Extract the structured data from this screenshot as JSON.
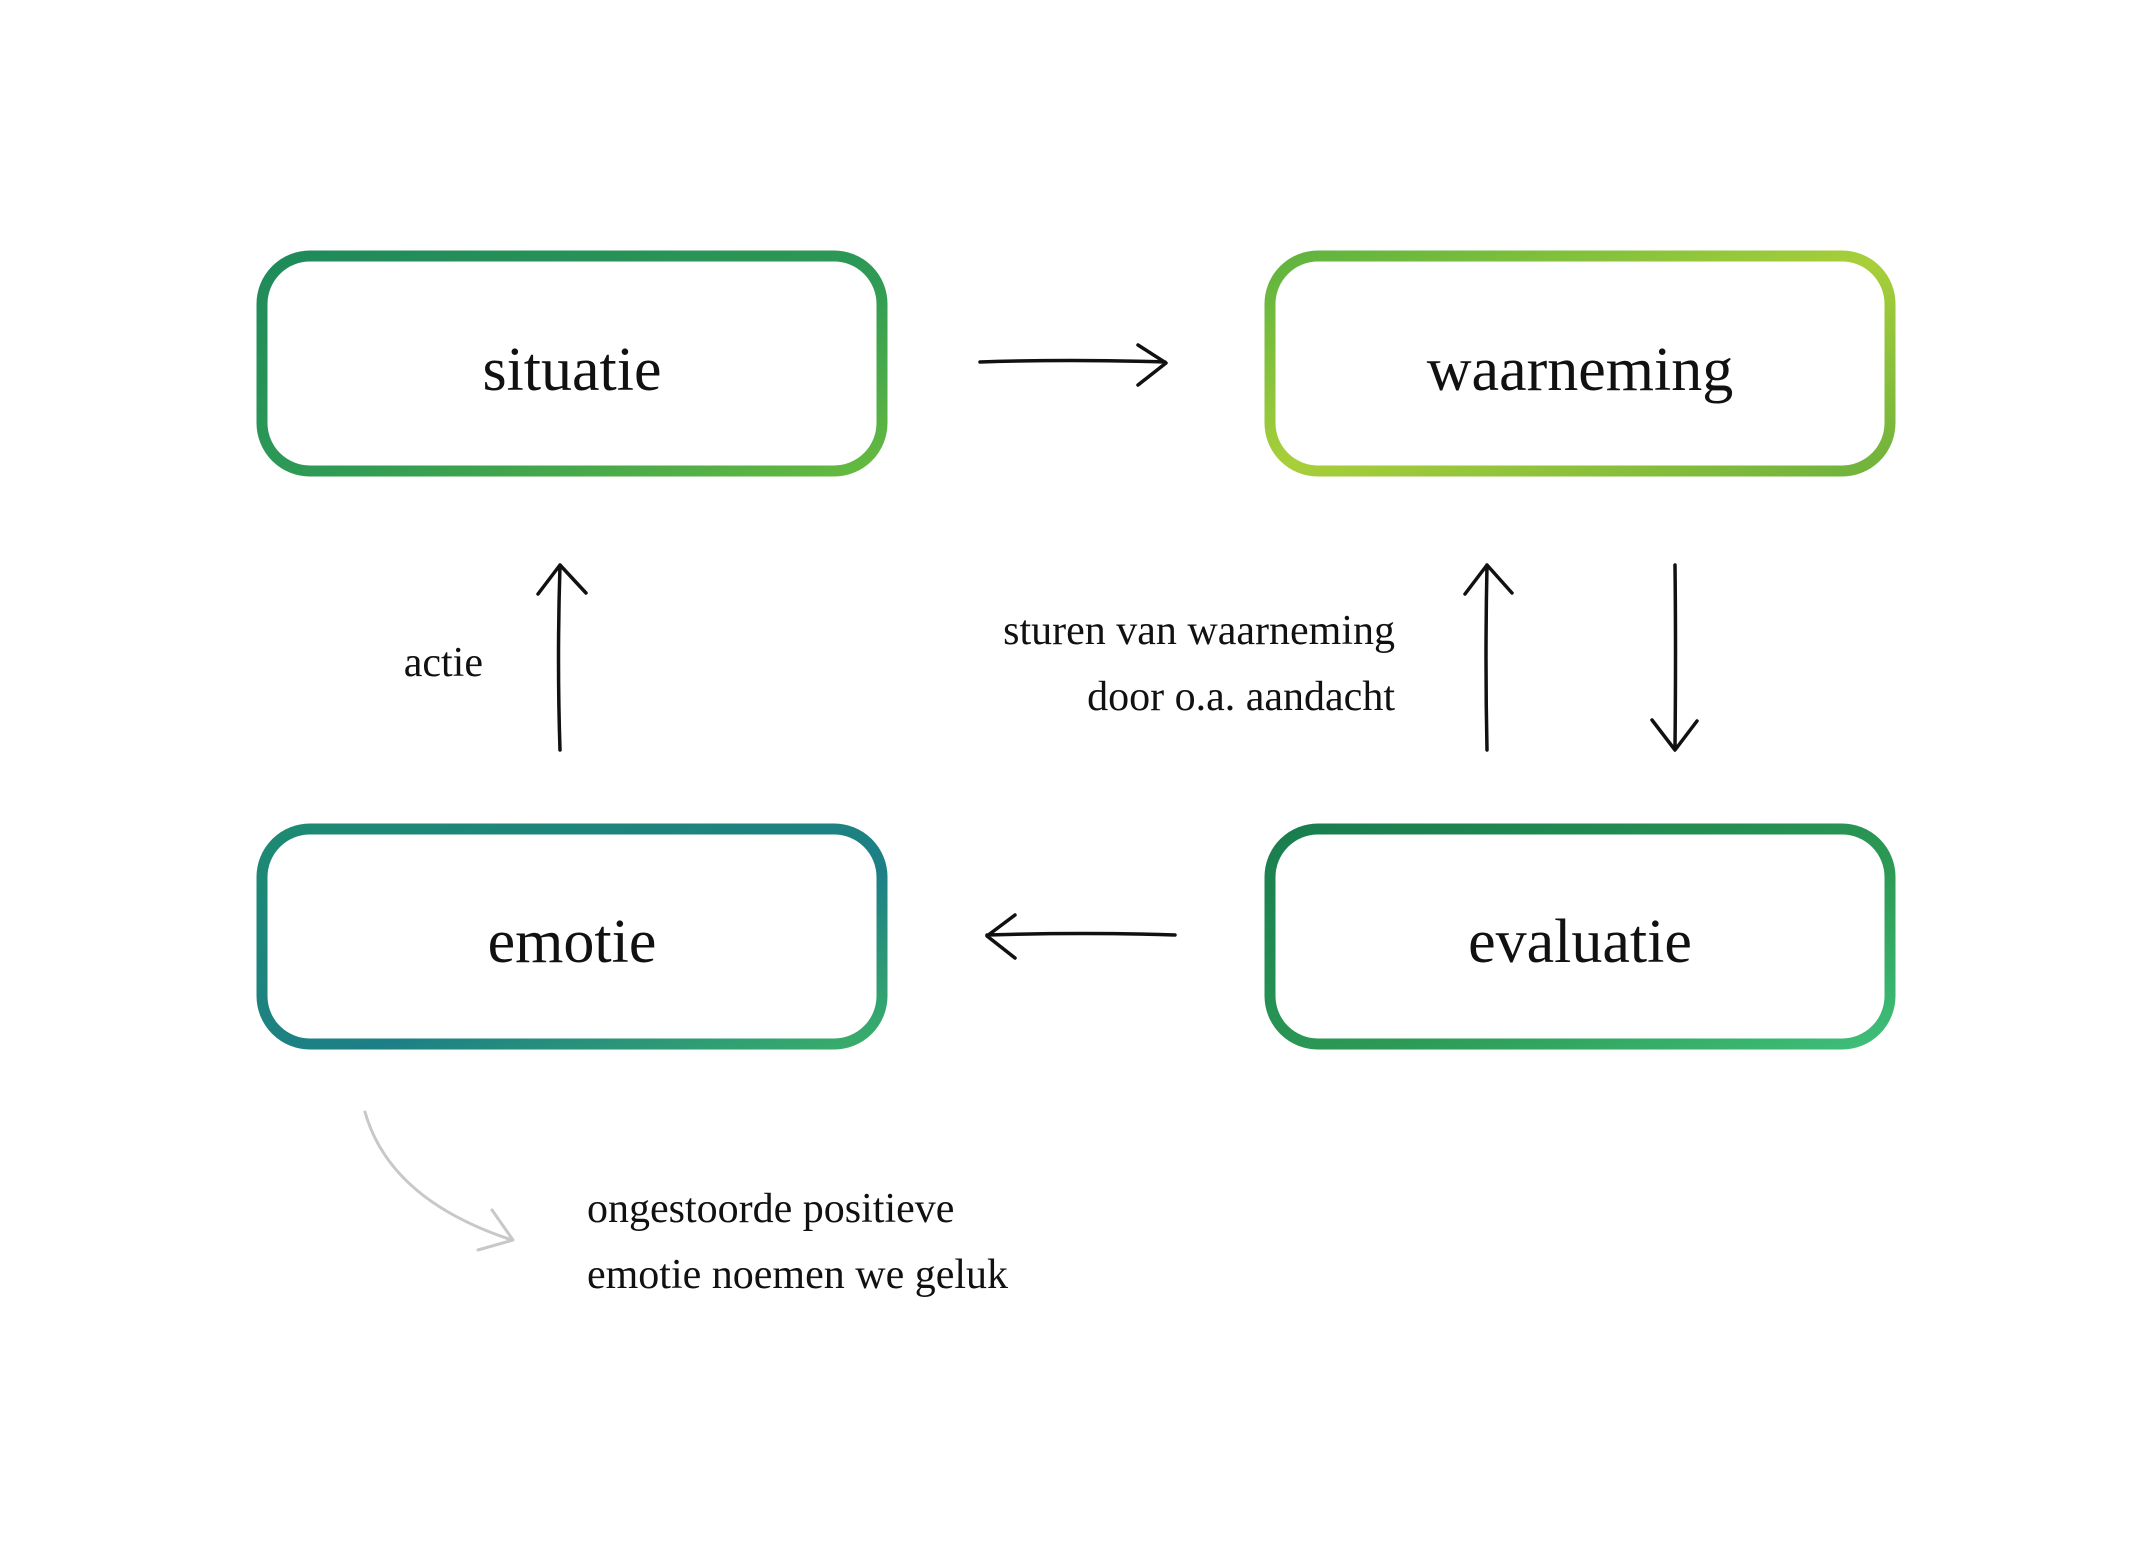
{
  "diagram": {
    "nodes": [
      {
        "id": "situatie",
        "label": "situatie"
      },
      {
        "id": "waarneming",
        "label": "waarneming"
      },
      {
        "id": "emotie",
        "label": "emotie"
      },
      {
        "id": "evaluatie",
        "label": "evaluatie"
      }
    ],
    "edges": [
      {
        "from": "situatie",
        "to": "waarneming",
        "label": ""
      },
      {
        "from": "waarneming",
        "to": "evaluatie",
        "label": ""
      },
      {
        "from": "evaluatie",
        "to": "waarneming",
        "label_lines": [
          "sturen van waarneming",
          "door o.a. aandacht"
        ]
      },
      {
        "from": "evaluatie",
        "to": "emotie",
        "label": ""
      },
      {
        "from": "emotie",
        "to": "situatie",
        "label": "actie"
      }
    ],
    "note": {
      "lines": [
        "ongestoorde positieve",
        "emotie noemen we geluk"
      ]
    }
  },
  "colors": {
    "green_dark": "#1f8a5a",
    "green_mid": "#3ea94a",
    "green_light": "#a9cf3a",
    "teal": "#1d7f86",
    "arrow": "#111111",
    "arrow_grey": "#c8c8c8"
  }
}
